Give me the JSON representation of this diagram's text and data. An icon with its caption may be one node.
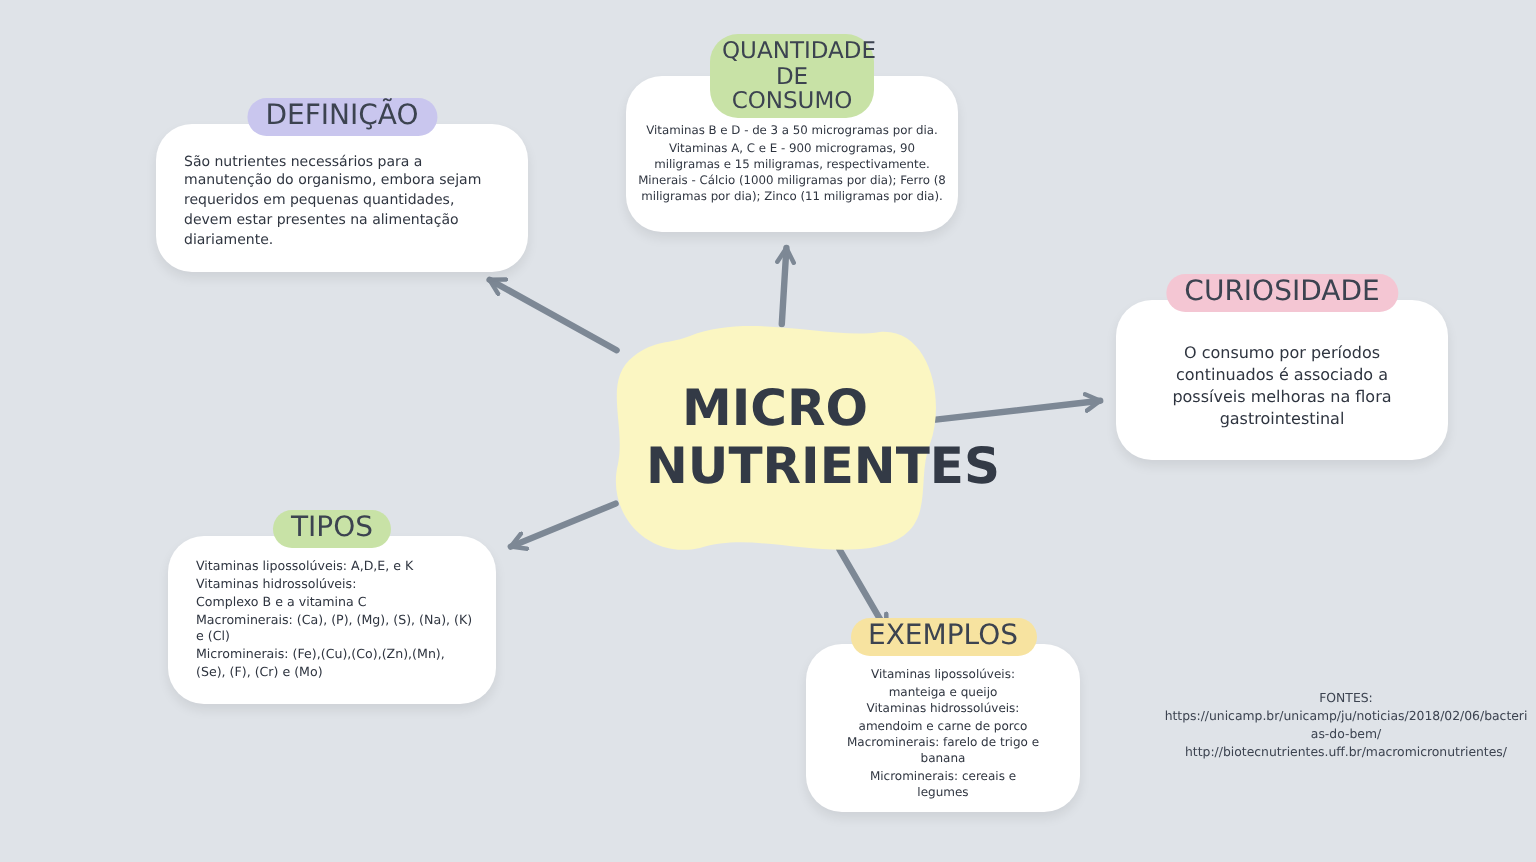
{
  "diagram": {
    "nodes": [
      {
        "text": [
          "MICRO NUTRIENTES"
        ]
      },
      {
        "text": [
          "DEFINIÇÃO",
          "São nutrientes necessários para a manutenção do organismo, embora sejam requeridos em pequenas quantidades, devem estar presentes na alimentação diariamente."
        ]
      },
      {
        "text": [
          "QUANTIDADE DE CONSUMO",
          "Vitaminas B e D - de 3 a 50 microgramas por dia. Vitaminas A, C e E - 900 microgramas, 90 miligramas e 15 miligramas, respectivamente. Minerais - Cálcio (1000 miligramas por dia); Ferro (8 miligramas por dia); Zinco (11 miligramas por dia)."
        ]
      },
      {
        "text": [
          "CURIOSIDADE",
          "O consumo por períodos continuados é associado a possíveis melhoras na flora gastrointestinal"
        ]
      },
      {
        "text": [
          "TIPOS",
          "Vitaminas lipossolúveis: A,D,E, e K",
          "Vitaminas hidrossolúveis:",
          "Complexo B e a vitamina C",
          "Macrominerais: (Ca), (P), (Mg), (S), (Na), (K) e (Cl)",
          "Microminerais: (Fe),(Cu),(Co),(Zn),(Mn), (Se), (F), (Cr) e (Mo)"
        ]
      },
      {
        "text": [
          "EXEMPLOS",
          "Vitaminas lipossolúveis: manteiga e queijo",
          "Vitaminas hidrossolúveis: amendoim e carne de porco",
          "Macrominerais: farelo de trigo e banana",
          "Microminerais: cereais e legumes"
        ]
      }
    ],
    "edges": [
      {
        "from": 0,
        "to": 1,
        "arrow": "to"
      },
      {
        "from": 0,
        "to": 2,
        "arrow": "to"
      },
      {
        "from": 0,
        "to": 3,
        "arrow": "to"
      },
      {
        "from": 0,
        "to": 4,
        "arrow": "to"
      },
      {
        "from": 0,
        "to": 5,
        "arrow": "to"
      }
    ],
    "labels": [
      "FONTES:",
      "https://unicamp.br/unicamp/ju/noticias/2018/02/06/bacterias-do-bem/",
      "http://biotecnutrientes.uff.br/macromicronutrientes/"
    ]
  }
}
